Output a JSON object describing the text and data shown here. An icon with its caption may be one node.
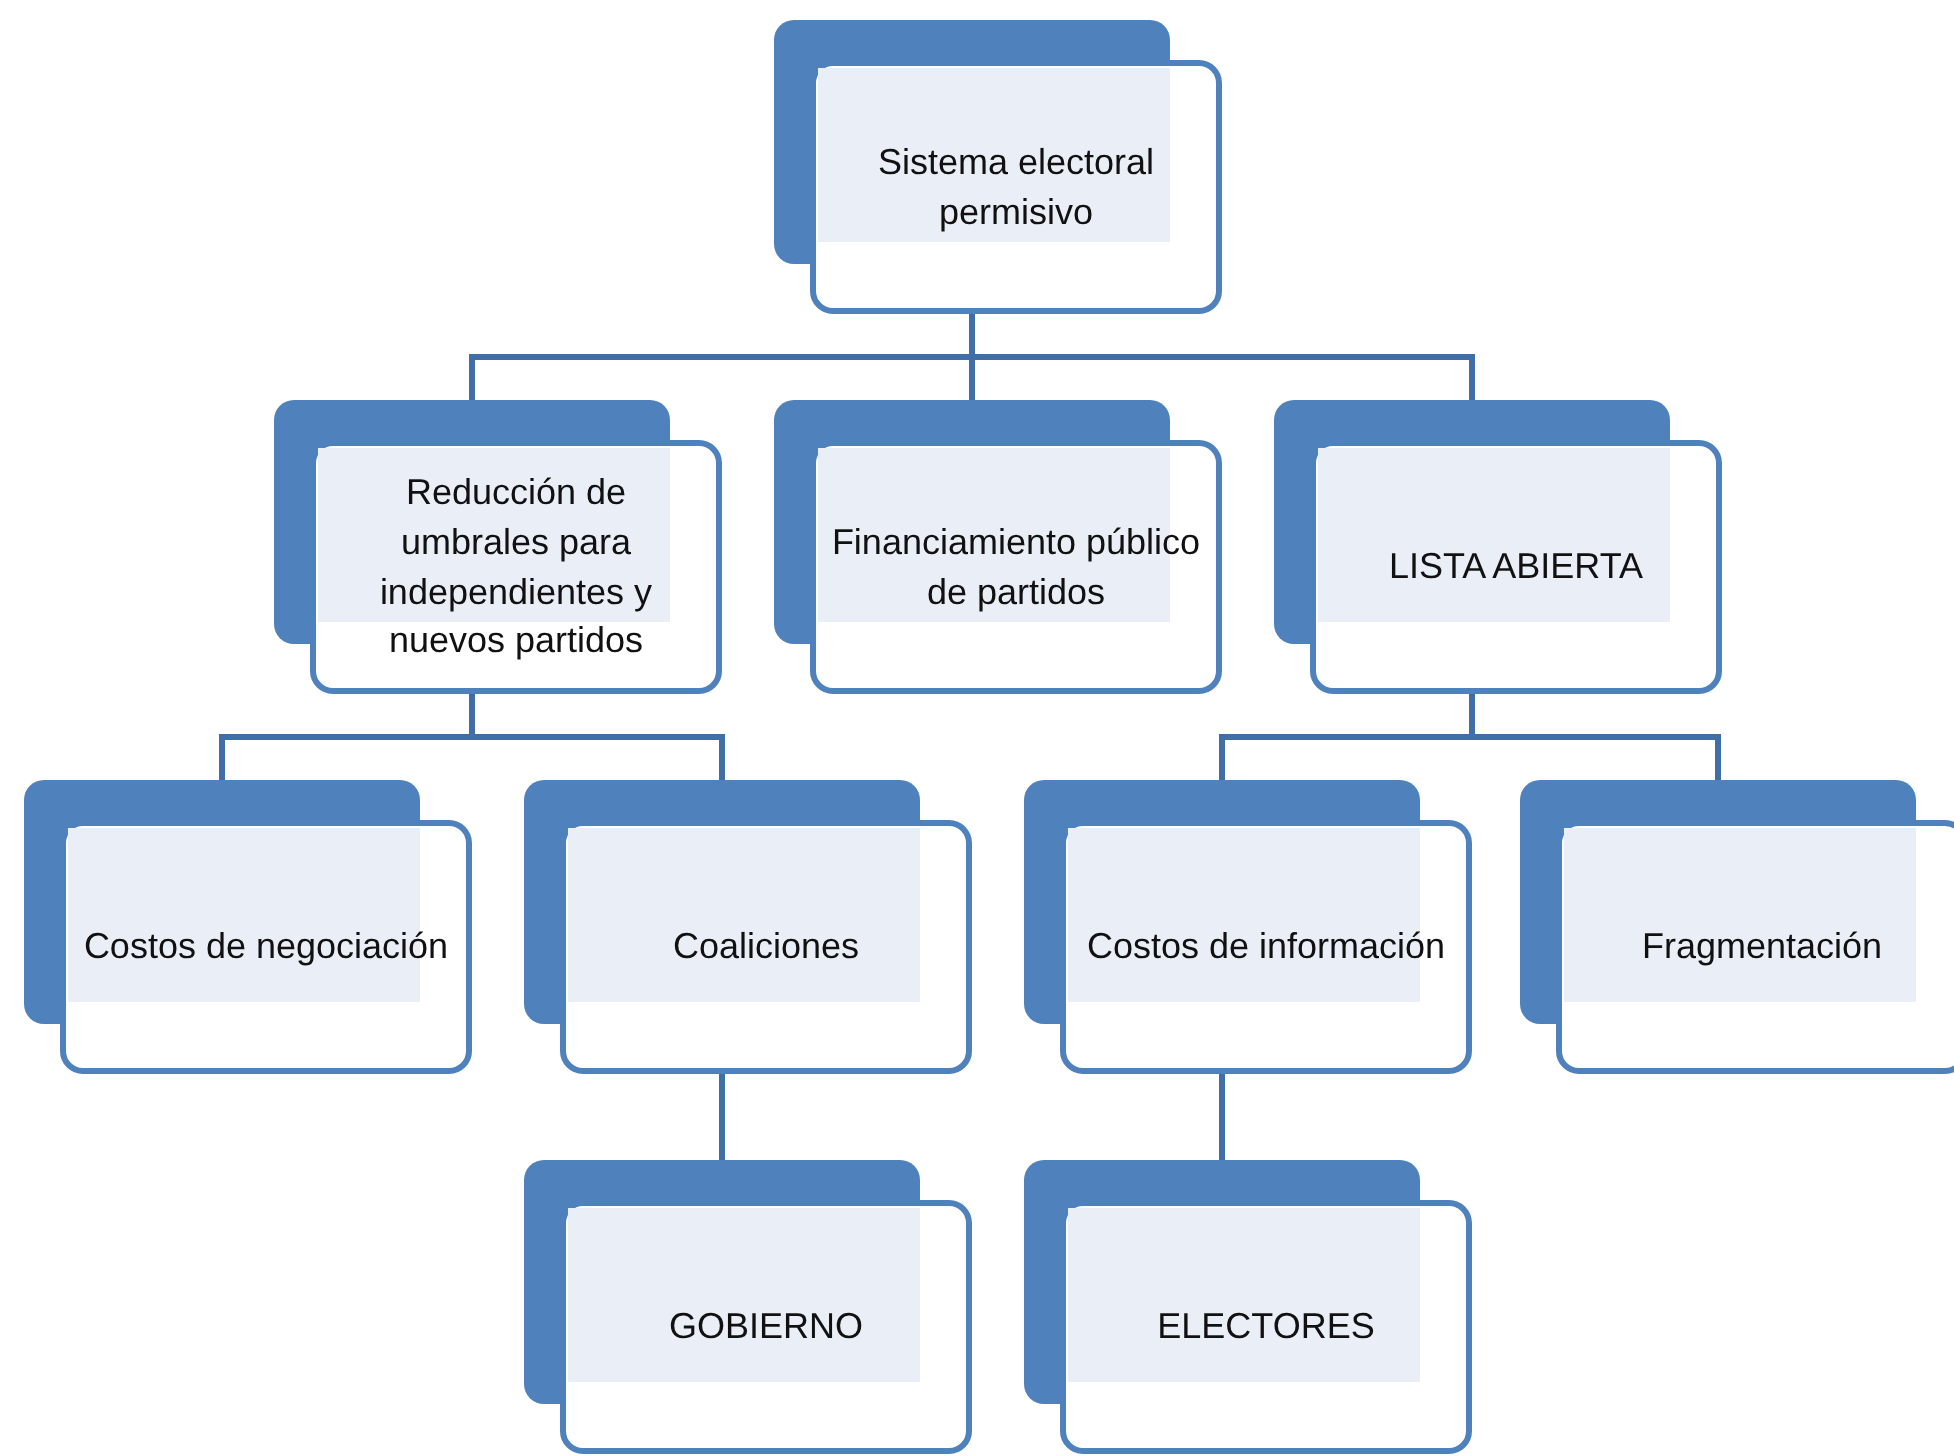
{
  "diagram": {
    "nodes": [
      {
        "text": [
          "Sistema electoral permisivo"
        ]
      },
      {
        "text": [
          "Reducción de umbrales para independientes y nuevos partidos"
        ]
      },
      {
        "text": [
          "Financiamiento público de partidos"
        ]
      },
      {
        "text": [
          "LISTA ABIERTA"
        ]
      },
      {
        "text": [
          "Costos de negociación"
        ]
      },
      {
        "text": [
          "Coaliciones"
        ]
      },
      {
        "text": [
          "Costos de información"
        ]
      },
      {
        "text": [
          "Fragmentación"
        ]
      },
      {
        "text": [
          "GOBIERNO"
        ]
      },
      {
        "text": [
          "ELECTORES"
        ]
      }
    ],
    "edges": [
      {
        "from": 0,
        "to": 1,
        "arrow": "none"
      },
      {
        "from": 0,
        "to": 2,
        "arrow": "none"
      },
      {
        "from": 0,
        "to": 3,
        "arrow": "none"
      },
      {
        "from": 1,
        "to": 4,
        "arrow": "none"
      },
      {
        "from": 1,
        "to": 5,
        "arrow": "none"
      },
      {
        "from": 3,
        "to": 6,
        "arrow": "none"
      },
      {
        "from": 3,
        "to": 7,
        "arrow": "none"
      },
      {
        "from": 5,
        "to": 8,
        "arrow": "none"
      },
      {
        "from": 6,
        "to": 9,
        "arrow": "none"
      }
    ]
  }
}
